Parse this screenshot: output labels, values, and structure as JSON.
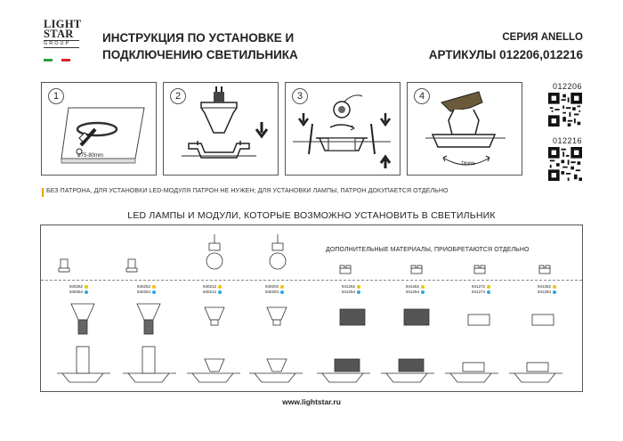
{
  "brand": {
    "line1": "LIGHT",
    "line2": "STAR",
    "line3": "GROUP"
  },
  "header": {
    "title_line1": "ИНСТРУКЦИЯ ПО УСТАНОВКЕ И",
    "title_line2": "ПОДКЛЮЧЕНИЮ СВЕТИЛЬНИКА",
    "series": "СЕРИЯ ANELLO",
    "articles": "АРТИКУЛЫ 012206,012216"
  },
  "steps": [
    {
      "num": "1",
      "label": "ø75-80mm"
    },
    {
      "num": "2"
    },
    {
      "num": "3"
    },
    {
      "num": "4",
      "label": "Tiltable"
    }
  ],
  "qr_codes": [
    {
      "article": "012206"
    },
    {
      "article": "012216"
    }
  ],
  "note": "БЕЗ ПАТРОНА, ДЛЯ УСТАНОВКИ LED-МОДУЛЯ ПАТРОН НЕ НУЖЕН; ДЛЯ УСТАНОВКИ ЛАМПЫ, ПАТРОН ДОКУПАЕТСЯ ОТДЕЛЬНО",
  "section_heading": "LED ЛАМПЫ И МОДУЛИ, КОТОРЫЕ ВОЗМОЖНО УСТАНОВИТЬ В СВЕТИЛЬНИК",
  "extra_materials": "ДОПОЛНИТЕЛЬНЫЕ МАТЕРИАЛЫ, ПРИОБРЕТАЮТСЯ ОТДЕЛЬНО",
  "products": [
    {
      "codes": [
        "940262",
        "940264"
      ]
    },
    {
      "codes": [
        "940252",
        "940254"
      ]
    },
    {
      "codes": [
        "940212",
        "940214"
      ]
    },
    {
      "codes": [
        "940202",
        "940204"
      ]
    },
    {
      "codes": [
        "941252",
        "941254"
      ]
    },
    {
      "codes": [
        "941262",
        "941264"
      ]
    },
    {
      "codes": [
        "941272",
        "941274"
      ]
    },
    {
      "codes": [
        "941282",
        "941284"
      ]
    }
  ],
  "colors": {
    "warm": "#f2c300",
    "cool": "#29a9e0",
    "flag_green": "#2e9e3e",
    "flag_red": "#d8262c",
    "accent": "#e5a100"
  },
  "footer_url": "www.lightstar.ru"
}
